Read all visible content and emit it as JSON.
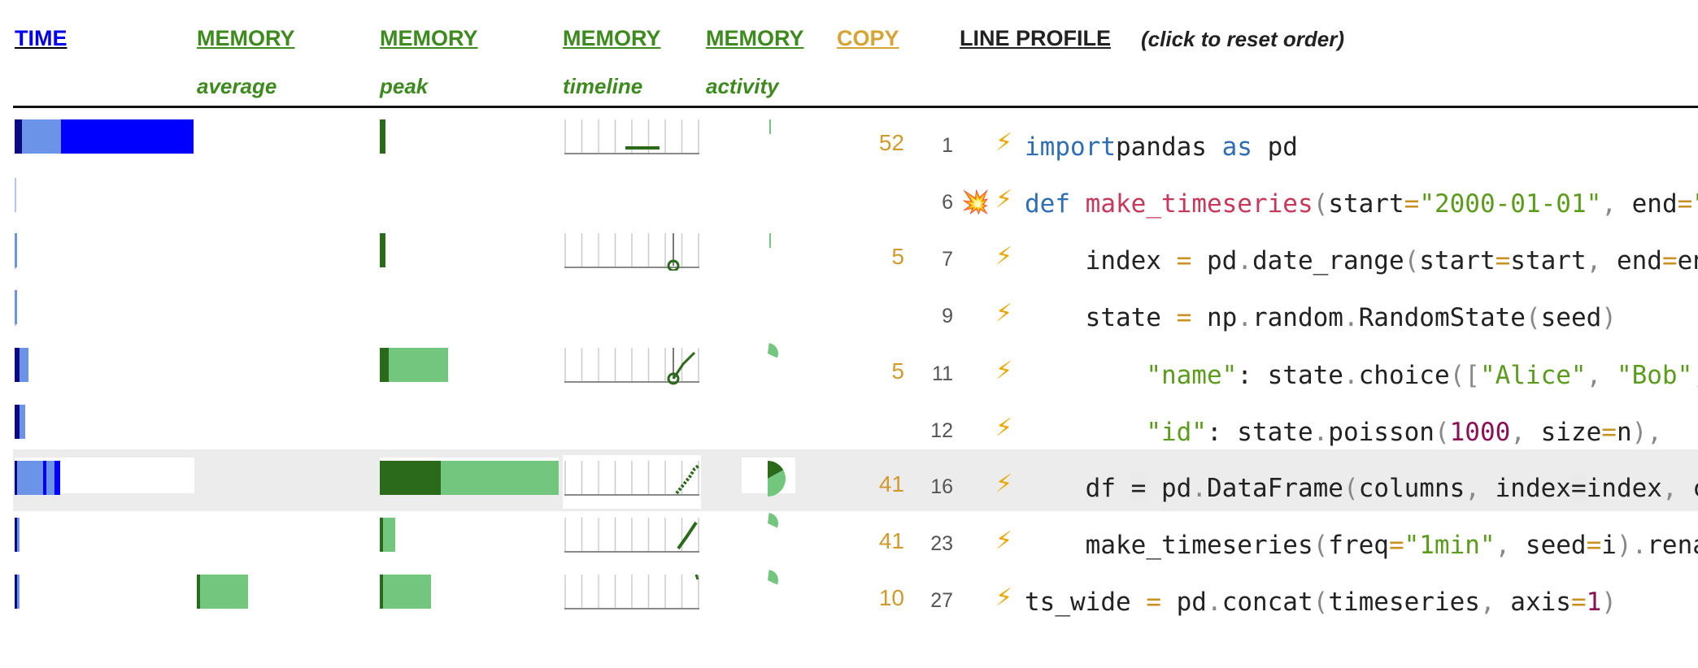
{
  "header": {
    "time": "TIME",
    "mem_avg": "MEMORY",
    "mem_avg_sub": "average",
    "mem_peak": "MEMORY",
    "mem_peak_sub": "peak",
    "mem_timeline": "MEMORY",
    "mem_timeline_sub": "timeline",
    "mem_activity": "MEMORY",
    "mem_activity_sub": "activity",
    "copy": "COPY",
    "line_profile": "LINE PROFILE",
    "reset_note": "(click to reset order)"
  },
  "colors": {
    "time_dark": "#0000ff",
    "time_light": "#6b93e8",
    "time_navy": "#0a0a80",
    "mem_dark": "#2b6a1a",
    "mem_light": "#72c67e",
    "copy": "#d19a2e",
    "header_blue": "#0000ee",
    "header_green": "#3d8a1f",
    "header_gold": "#d6a434"
  },
  "rows": [
    {
      "line": "1",
      "copy": "52",
      "bolt": true,
      "boom": false,
      "code": [
        [
          "kw",
          "import"
        ],
        [
          "",
          "pandas "
        ],
        [
          "kw",
          "as"
        ],
        [
          "",
          " pd"
        ]
      ]
    },
    {
      "line": "6",
      "copy": "",
      "bolt": true,
      "boom": true,
      "code": [
        [
          "kw",
          "def"
        ],
        [
          "",
          " "
        ],
        [
          "fn",
          "make_timeseries"
        ],
        [
          "pun",
          "("
        ],
        [
          "",
          "start"
        ],
        [
          "op",
          "="
        ],
        [
          "str",
          "\"2000-01-01\""
        ],
        [
          "pun",
          ","
        ],
        [
          "",
          " end"
        ],
        [
          "op",
          "="
        ],
        [
          "str",
          "\""
        ]
      ]
    },
    {
      "line": "7",
      "copy": "5",
      "bolt": true,
      "boom": false,
      "code": [
        [
          "",
          "    index "
        ],
        [
          "op",
          "="
        ],
        [
          "",
          " pd"
        ],
        [
          "pun",
          "."
        ],
        [
          "",
          "date_range"
        ],
        [
          "pun",
          "("
        ],
        [
          "",
          "start"
        ],
        [
          "op",
          "="
        ],
        [
          "",
          "start"
        ],
        [
          "pun",
          ","
        ],
        [
          "",
          " end"
        ],
        [
          "op",
          "="
        ],
        [
          "",
          "en"
        ]
      ]
    },
    {
      "line": "9",
      "copy": "",
      "bolt": true,
      "boom": false,
      "code": [
        [
          "",
          "    state "
        ],
        [
          "op",
          "="
        ],
        [
          "",
          " np"
        ],
        [
          "pun",
          "."
        ],
        [
          "",
          "random"
        ],
        [
          "pun",
          "."
        ],
        [
          "",
          "RandomState"
        ],
        [
          "pun",
          "("
        ],
        [
          "",
          "seed"
        ],
        [
          "pun",
          ")"
        ]
      ]
    },
    {
      "line": "11",
      "copy": "5",
      "bolt": true,
      "boom": false,
      "code": [
        [
          "",
          "        "
        ],
        [
          "str",
          "\"name\""
        ],
        [
          "",
          ": state"
        ],
        [
          "pun",
          "."
        ],
        [
          "",
          "choice"
        ],
        [
          "pun",
          "(["
        ],
        [
          "str",
          "\"Alice\""
        ],
        [
          "pun",
          ","
        ],
        [
          "",
          " "
        ],
        [
          "str",
          "\"Bob\""
        ],
        [
          "pun",
          ","
        ]
      ]
    },
    {
      "line": "12",
      "copy": "",
      "bolt": true,
      "boom": false,
      "code": [
        [
          "",
          "        "
        ],
        [
          "str",
          "\"id\""
        ],
        [
          "",
          ": state"
        ],
        [
          "pun",
          "."
        ],
        [
          "",
          "poisson"
        ],
        [
          "pun",
          "("
        ],
        [
          "num",
          "1000"
        ],
        [
          "pun",
          ","
        ],
        [
          "",
          " size"
        ],
        [
          "op",
          "="
        ],
        [
          "",
          "n"
        ],
        [
          "pun",
          "),"
        ]
      ]
    },
    {
      "line": "16",
      "copy": "41",
      "bolt": true,
      "boom": false,
      "code": [
        [
          "",
          "    df "
        ],
        [
          "sel",
          "="
        ],
        [
          "",
          " pd"
        ],
        [
          "pun",
          "."
        ],
        [
          "",
          "DataFrame"
        ],
        [
          "pun",
          "("
        ],
        [
          "",
          "columns"
        ],
        [
          "pun",
          ","
        ],
        [
          "",
          " index"
        ],
        [
          "sel",
          "="
        ],
        [
          "",
          "index"
        ],
        [
          "pun",
          ","
        ],
        [
          "",
          " c"
        ]
      ]
    },
    {
      "line": "23",
      "copy": "41",
      "bolt": true,
      "boom": false,
      "code": [
        [
          "",
          "    make_timeseries"
        ],
        [
          "pun",
          "("
        ],
        [
          "",
          "freq"
        ],
        [
          "op",
          "="
        ],
        [
          "str",
          "\"1min\""
        ],
        [
          "pun",
          ","
        ],
        [
          "",
          " seed"
        ],
        [
          "op",
          "="
        ],
        [
          "",
          "i"
        ],
        [
          "pun",
          ")."
        ],
        [
          "",
          "rena"
        ]
      ]
    },
    {
      "line": "27",
      "copy": "10",
      "bolt": true,
      "boom": false,
      "code": [
        [
          "",
          "ts_wide "
        ],
        [
          "op",
          "="
        ],
        [
          "",
          " pd"
        ],
        [
          "pun",
          "."
        ],
        [
          "",
          "concat"
        ],
        [
          "pun",
          "("
        ],
        [
          "",
          "timeseries"
        ],
        [
          "pun",
          ","
        ],
        [
          "",
          " axis"
        ],
        [
          "op",
          "="
        ],
        [
          "num",
          "1"
        ],
        [
          "pun",
          ")"
        ]
      ]
    }
  ],
  "metrics": {
    "time": [
      {
        "navy": 0.04,
        "light": 0.22,
        "dark": 0.74
      },
      {
        "navy": 0,
        "light": 0,
        "dark": 0
      },
      {
        "navy": 0,
        "light": 0.012,
        "dark": 0
      },
      {
        "navy": 0,
        "light": 0.012,
        "dark": 0
      },
      {
        "navy": 0.025,
        "light": 0.05,
        "dark": 0
      },
      {
        "navy": 0.025,
        "light": 0.03,
        "dark": 0
      },
      {
        "navy": 0.015,
        "light": 0.21,
        "dark": 0.03
      },
      {
        "navy": 0.015,
        "light": 0.015,
        "dark": 0
      },
      {
        "navy": 0.015,
        "light": 0.015,
        "dark": 0
      }
    ],
    "mem_peak": [
      {
        "dark": 0.03,
        "light": 0
      },
      {
        "dark": 0,
        "light": 0
      },
      {
        "dark": 0.03,
        "light": 0
      },
      {
        "dark": 0,
        "light": 0
      },
      {
        "dark": 0.05,
        "light": 0.33
      },
      {
        "dark": 0,
        "light": 0
      },
      {
        "dark": 0.34,
        "light": 0.66
      },
      {
        "dark": 0.01,
        "light": 0.07
      },
      {
        "dark": 0.02,
        "light": 0.27
      }
    ],
    "mem_avg": [
      {
        "dark": 0,
        "light": 0
      },
      {
        "dark": 0,
        "light": 0
      },
      {
        "dark": 0,
        "light": 0
      },
      {
        "dark": 0,
        "light": 0
      },
      {
        "dark": 0,
        "light": 0
      },
      {
        "dark": 0,
        "light": 0
      },
      {
        "dark": 0,
        "light": 0
      },
      {
        "dark": 0,
        "light": 0
      },
      {
        "dark": 0.02,
        "light": 0.27
      }
    ],
    "activity": [
      0.0,
      0,
      0.0,
      0,
      0.25,
      0,
      0.55,
      0.15,
      0.12
    ]
  }
}
